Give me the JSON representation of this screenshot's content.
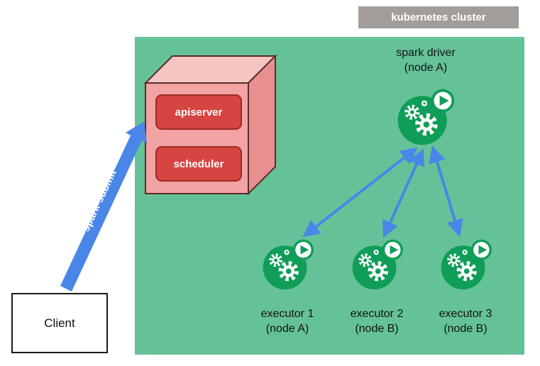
{
  "cluster_label": "kubernetes cluster",
  "control_plane": {
    "apiserver": "apiserver",
    "scheduler": "scheduler"
  },
  "driver": {
    "name": "spark driver",
    "node": "(node A)"
  },
  "executors": [
    {
      "name": "executor 1",
      "node": "(node A)"
    },
    {
      "name": "executor 2",
      "node": "(node B)"
    },
    {
      "name": "executor 3",
      "node": "(node B)"
    }
  ],
  "client_label": "Client",
  "spark_submit_label": "spark-submit",
  "colors": {
    "cluster_panel_green": "#65c298",
    "icon_green": "#0f9d58",
    "arrow_blue": "#4a86e8",
    "control_plane_red": "#d64541",
    "cube_front_pink": "#f2a3a3",
    "cube_top_pink": "#f7c4c4",
    "cube_side_pink": "#e88f8f",
    "cluster_label_gray": "#a29d99"
  },
  "icons": {
    "spark_app": "gear-play-icon",
    "gear": "gear-icon",
    "play": "play-icon"
  }
}
